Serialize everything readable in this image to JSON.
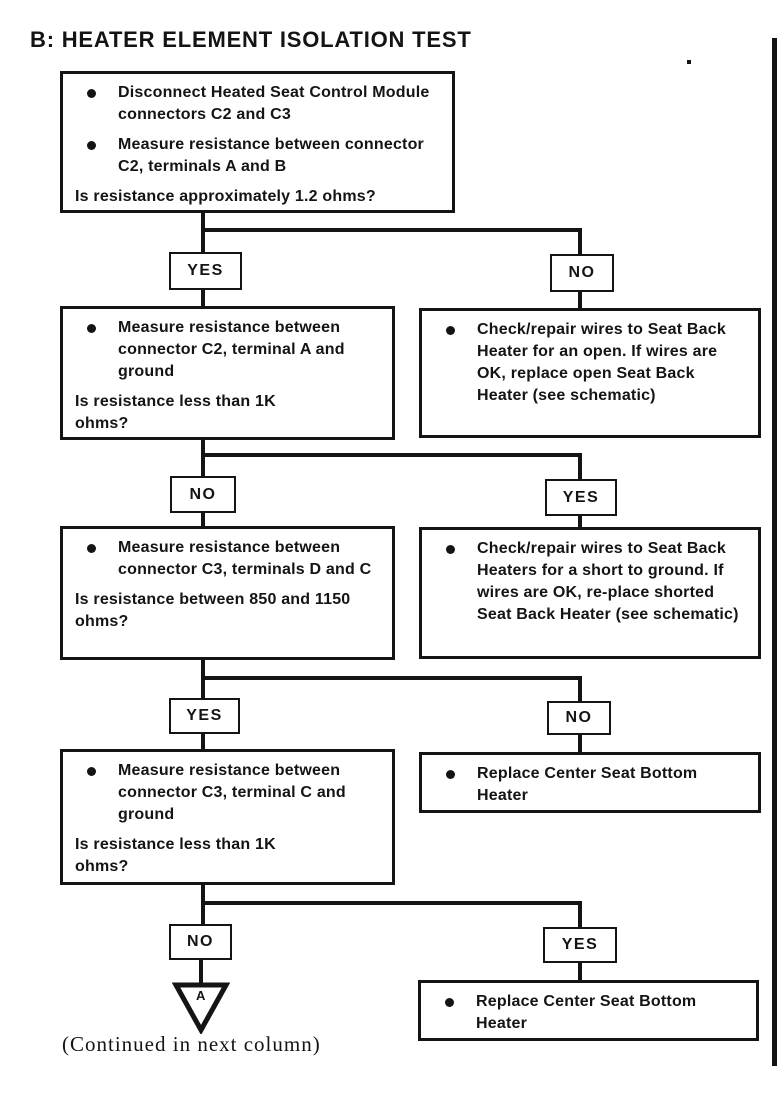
{
  "colors": {
    "ink": "#141414",
    "paper": "#ffffff"
  },
  "page": {
    "title": "B: HEATER ELEMENT ISOLATION TEST",
    "continued_note": "(Continued in next column)",
    "connector_label": "A"
  },
  "branch_labels": {
    "row1": {
      "left": "YES",
      "right": "NO"
    },
    "row2": {
      "left": "NO",
      "right": "YES"
    },
    "row3": {
      "left": "YES",
      "right": "NO"
    },
    "row4": {
      "left": "NO",
      "right": "YES"
    }
  },
  "boxes": {
    "step1": {
      "bullets": [
        "Disconnect Heated Seat Control Module connectors C2 and C3",
        "Measure resistance between connector C2, terminals A and B"
      ],
      "question": "Is resistance approximately 1.2 ohms?"
    },
    "step2": {
      "bullets": [
        "Measure resistance between connector C2, terminal A and ground"
      ],
      "question": "Is resistance less than 1K ohms?"
    },
    "repair_open": {
      "bullets": [
        "Check/repair wires to Seat Back Heater for an open. If wires are OK, replace open Seat Back Heater (see schematic)"
      ]
    },
    "step3": {
      "bullets": [
        "Measure resistance between connector C3, terminals D and C"
      ],
      "question": "Is resistance between 850 and 1150 ohms?"
    },
    "repair_short": {
      "bullets": [
        "Check/repair wires to Seat Back Heaters for a short to ground. If wires are OK, re-place shorted Seat Back Heater (see schematic)"
      ]
    },
    "step4": {
      "bullets": [
        "Measure resistance between connector C3, terminal C and ground"
      ],
      "question": "Is resistance less than 1K ohms?"
    },
    "replace_bottom_no": {
      "bullets": [
        "Replace Center Seat Bottom Heater"
      ]
    },
    "replace_bottom_yes": {
      "bullets": [
        "Replace Center Seat Bottom Heater"
      ]
    }
  }
}
